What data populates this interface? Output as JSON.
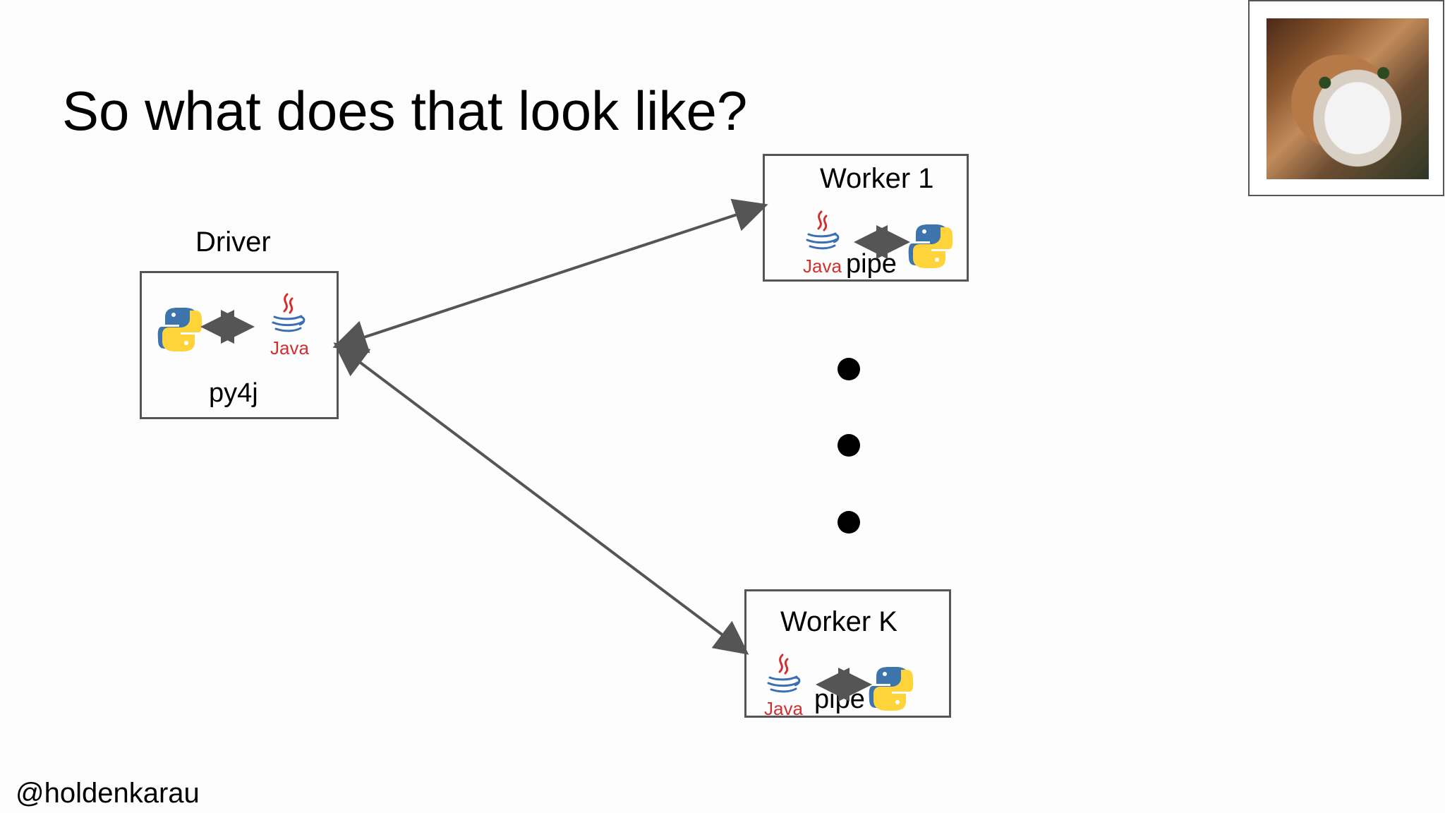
{
  "slide": {
    "title": "So what does that look like?",
    "handle": "@holdenkarau"
  },
  "driver": {
    "label": "Driver",
    "bridge": "py4j",
    "java_logo_text": "Java"
  },
  "worker_1": {
    "label": "Worker 1",
    "channel": "pipe",
    "java_logo_text": "Java"
  },
  "worker_k": {
    "label": "Worker K",
    "channel": "pipe",
    "java_logo_text": "Java"
  },
  "colors": {
    "border": "#555555",
    "arrow": "#555555",
    "java_red": "#d22f2f",
    "java_blue": "#3a6fb3",
    "python_blue": "#3d74ab",
    "python_yellow": "#ffd43b"
  }
}
